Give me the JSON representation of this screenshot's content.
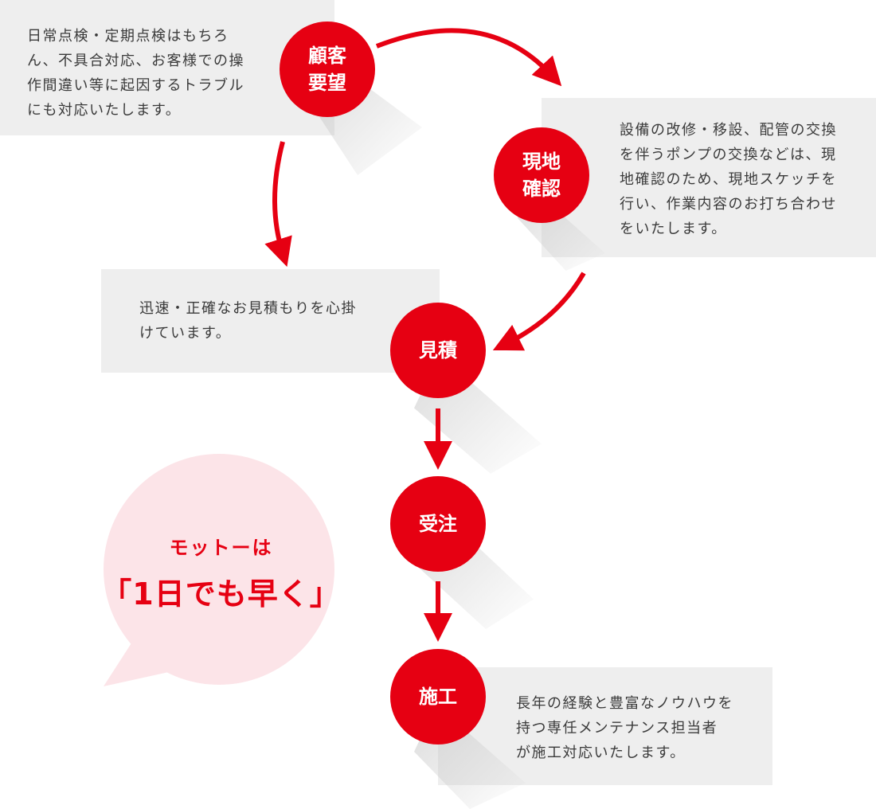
{
  "colors": {
    "accent": "#e60012",
    "box": "#eeeeee",
    "bubble": "#fce4e8"
  },
  "steps": [
    {
      "label": "顧客\n要望",
      "text": "日常点検・定期点検はもちろ\nん、不具合対応、お客様での操\n作間違い等に起因するトラブル\nにも対応いたします。"
    },
    {
      "label": "現地\n確認",
      "text": "設備の改修・移設、配管の交換\nを伴うポンプの交換などは、現\n地確認のため、現地スケッチを\n行い、作業内容のお打ち合わせ\nをいたします。"
    },
    {
      "label": "見積",
      "text": "迅速・正確なお見積もりを心掛\nけています。"
    },
    {
      "label": "受注"
    },
    {
      "label": "施工",
      "text": "長年の経験と豊富なノウハウを\n持つ専任メンテナンス担当者\nが施工対応いたします。"
    }
  ],
  "motto": {
    "line1": "モットーは",
    "line2": "「1日でも早く」"
  }
}
